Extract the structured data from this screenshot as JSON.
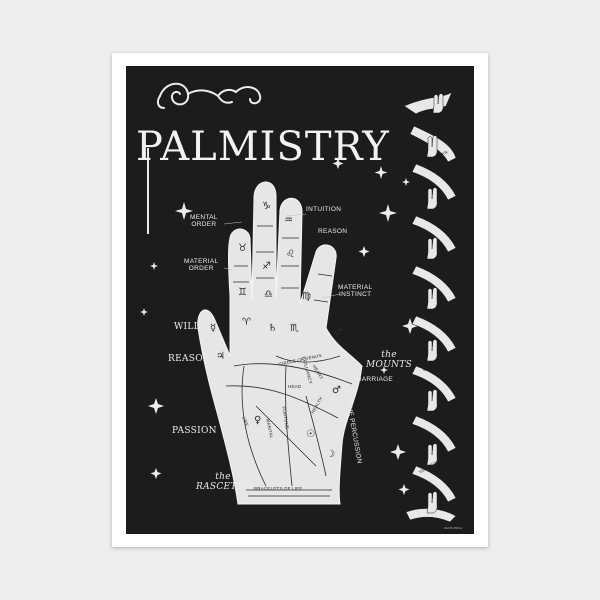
{
  "poster": {
    "title": "PALMISTRY",
    "credit": "REDBUBBLE",
    "colors": {
      "background": "#1c1c1c",
      "ink": "#f2f2f2",
      "frame": "#ffffff"
    }
  },
  "outer_labels": {
    "mental_order": "MENTAL\nORDER",
    "intuition": "INTUITION",
    "reason_top": "REASON",
    "material_order": "MATERIAL\nORDER",
    "material_instinct": "MATERIAL\nINSTINCT",
    "will": "WILL",
    "reason": "REASON",
    "the_mounts": "the\nMOUNTS",
    "marriage": "MARRIAGE",
    "passion": "PASSION",
    "the_percussion": "THE PERCUSSION",
    "the_rascette": "the\nRASCETTE"
  },
  "palm_labels": {
    "girdle_of_venus": "GIRDLE OF VENUS",
    "heart": "HEART",
    "head": "HEAD",
    "brilliancy": "BRILLIANCY",
    "life": "LIFE",
    "fortune": "FORTUNE",
    "marital": "MARITAL",
    "health": "HEALTH",
    "bracelets_of_life": "BRACELETS OF LIFE"
  },
  "ribbon_labels": [
    "JUPITERIAN",
    "SATURNINE",
    "SOLAR",
    "MERCURIAN",
    "MUSCULAR",
    "LUNAR",
    "VENUSIAN"
  ],
  "symbols": {
    "capricorn": "♑",
    "aquarius": "♒",
    "taurus": "♉",
    "leo": "♌",
    "sagittarius": "♐",
    "gemini": "♊",
    "virgo": "♍",
    "libra": "♎",
    "scorpio": "♏",
    "aries": "♈",
    "saturn": "♄",
    "mars": "♂",
    "venus": "♀",
    "mercury": "☿",
    "moon": "☽",
    "sun": "☉",
    "jupiter": "♃"
  },
  "icons": [
    "sparkle-star-icon",
    "flourish-ornament-icon",
    "ribbon-banner-icon",
    "hand-icon"
  ]
}
